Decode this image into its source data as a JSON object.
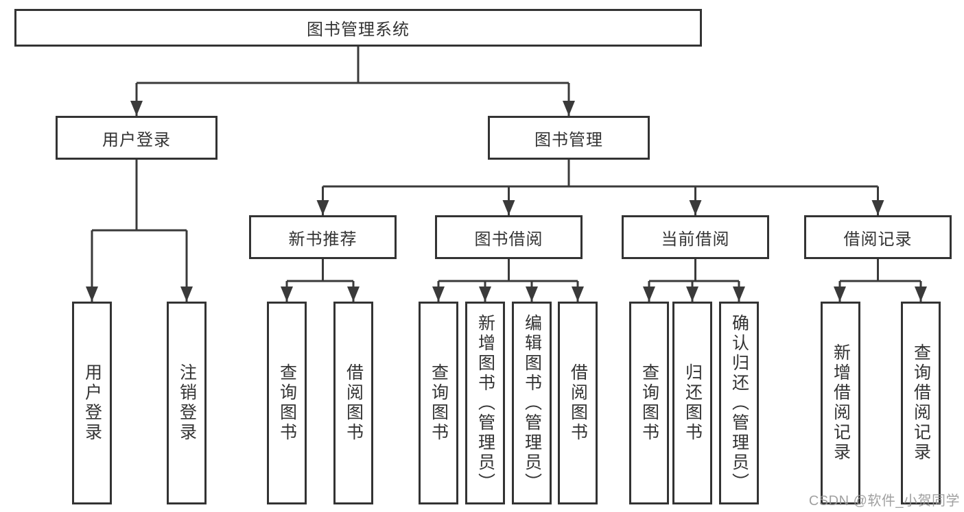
{
  "root": {
    "label": "图书管理系统"
  },
  "level2": [
    {
      "label": "用户登录"
    },
    {
      "label": "图书管理"
    }
  ],
  "level3": [
    {
      "label": "新书推荐"
    },
    {
      "label": "图书借阅"
    },
    {
      "label": "当前借阅"
    },
    {
      "label": "借阅记录"
    }
  ],
  "leaves": [
    {
      "label": "用户登录"
    },
    {
      "label": "注销登录"
    },
    {
      "label": "查询图书"
    },
    {
      "label": "借阅图书"
    },
    {
      "label": "查询图书"
    },
    {
      "label": "新增图书（管理员）"
    },
    {
      "label": "编辑图书（管理员）"
    },
    {
      "label": "借阅图书"
    },
    {
      "label": "查询图书"
    },
    {
      "label": "归还图书"
    },
    {
      "label": "确认归还（管理员）"
    },
    {
      "label": "新增借阅记录"
    },
    {
      "label": "查询借阅记录"
    }
  ],
  "watermark": {
    "text": "CSDN @软件_小贺同学"
  },
  "colors": {
    "line": "#3a3a3a",
    "border": "#333333",
    "text": "#333333",
    "watermark": "#969696",
    "background": "#ffffff"
  }
}
